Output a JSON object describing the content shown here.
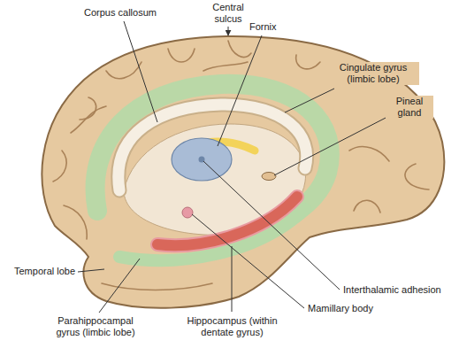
{
  "diagram": {
    "labels": [
      "Central sulcus",
      "Corpus callosum",
      "Fornix",
      "Cingulate gyrus (limbic lobe)",
      "Pineal gland",
      "Interthalamic adhesion",
      "Mamillary body",
      "Hippocampus (within dentate gyrus)",
      "Parahippocampal gyrus (limbic lobe)",
      "Temporal lobe"
    ]
  }
}
